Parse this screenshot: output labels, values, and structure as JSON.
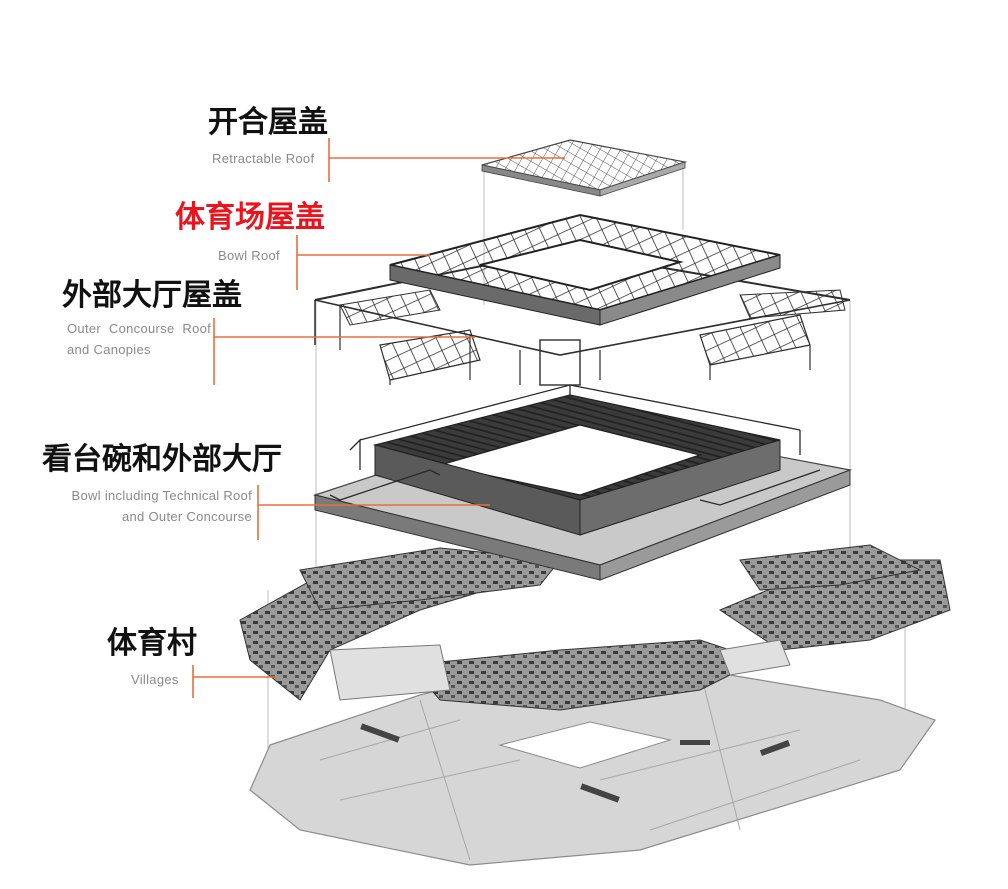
{
  "colors": {
    "leader_line": "#e8703a",
    "highlight_title": "#e8141e",
    "title": "#111111",
    "subtitle": "#8a8a8a",
    "structure": "#3a3a3a",
    "slab": "#d4d4d4"
  },
  "layers": [
    {
      "zh": "开合屋盖",
      "en": [
        "Retractable Roof"
      ],
      "highlight": false
    },
    {
      "zh": "体育场屋盖",
      "en": [
        "Bowl Roof"
      ],
      "highlight": true
    },
    {
      "zh": "外部大厅屋盖",
      "en": [
        "Outer Concourse Roof",
        "and Canopies"
      ],
      "highlight": false
    },
    {
      "zh": "看台碗和外部大厅",
      "en": [
        "Bowl including Technical Roof",
        "and Outer Concourse"
      ],
      "highlight": false
    },
    {
      "zh": "体育村",
      "en": [
        "Villages"
      ],
      "highlight": false
    }
  ]
}
